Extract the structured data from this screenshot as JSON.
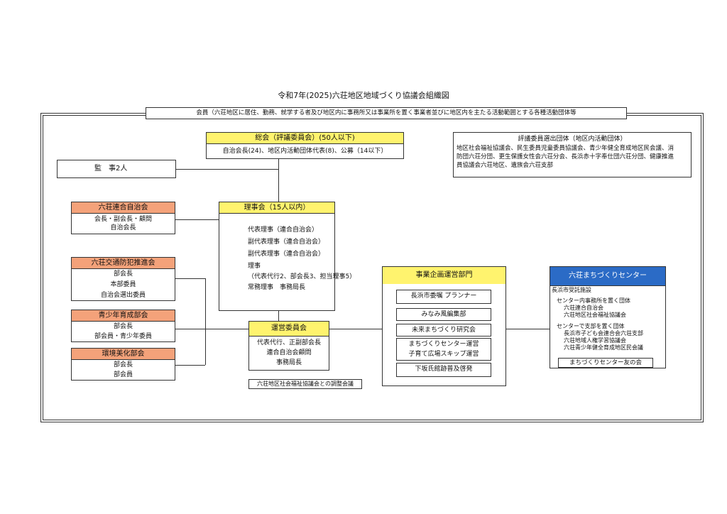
{
  "title": "令和7年(2025)六荘地区地域づくり協議会組織図",
  "membership": "会員（六荘地区に居住、勤務、就学する者及び地区内に事務所又は事業所を置く事業者並びに地区内を主たる活動範囲とする各種活動団体等",
  "general_assembly": {
    "header": "総会（評議委員会）(50人以下)",
    "body": "自治会長(24)、地区内活動団体代表(8)、公募（14以下）"
  },
  "council_groups": {
    "line1": "評議委員選出団体（地区内活動団体）",
    "line2": "地区社会福祉協議会、民生委員児童委員協議会、青少年健全育成地区民会議、消",
    "line3": "防団六荘分団、更生保護女性会六荘分会、長浜赤十字奉仕団六荘分団、健康推進",
    "line4": "員協議会六荘地区、遺族会六荘支部"
  },
  "auditor": "監　事2人",
  "board": {
    "header": "理事会（15人以内）",
    "lines": [
      "代表理事（連合自治会）",
      "副代表理事（連合自治会）",
      "副代表理事（連合自治会）",
      "理事",
      "（代表代行2、部会長3、担当理事5）",
      "常務理事　事務局長"
    ]
  },
  "rengo": {
    "header": "六荘連合自治会",
    "line1": "会長・副会長・顧問",
    "line2": "自治会長"
  },
  "bohan": {
    "header": "六荘交通防犯推進会",
    "line1": "部会長",
    "line2": "本部委員",
    "line3": "自治会選出委員"
  },
  "youth": {
    "header": "青少年育成部会",
    "line1": "部会長",
    "line2": "部会員・青少年委員"
  },
  "env": {
    "header": "環境美化部会",
    "line1": "部会長",
    "line2": "部会員"
  },
  "steering": {
    "header": "運営委員会",
    "line1": "代表代行、正副部会長",
    "line2": "連合自治会顧問",
    "line3": "事務局長",
    "note": "六荘地区社会福祉協議会との調整会議"
  },
  "planning": {
    "header": "事業企画運営部門",
    "items": [
      "長浜市委嘱 プランナー",
      "みなみ風編集部",
      "未来まちづくり研究会",
      "まちづくりセンター運営",
      "子育て広場スキップ運営",
      "下坂氏館跡普及啓発"
    ]
  },
  "center": {
    "header": "六荘まちづくりセンター",
    "sub": "長浜市受託施設",
    "g1_title": "センター内事務所を置く団体",
    "g1_a": "六荘連合自治会",
    "g1_b": "六荘地区社会福祉協議会",
    "g2_title": "センターで支部を置く団体",
    "g2_a": "長浜市子ども会連合会六荘支部",
    "g2_b": "六荘地域人権学習協議会",
    "g2_c": "六荘青少年健全育成地区民会議",
    "friends": "まちづくりセンター友の会"
  },
  "colors": {
    "yellow": "#fff36e",
    "orange": "#f4a27a",
    "blue": "#2b6bc6"
  }
}
